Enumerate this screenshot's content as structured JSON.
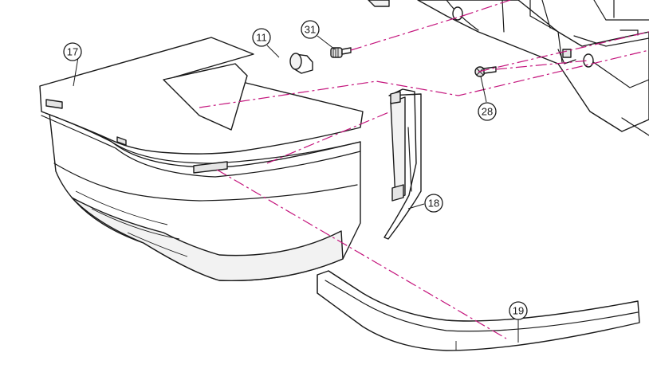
{
  "diagram": {
    "colors": {
      "line": "#1a1a1a",
      "assembly_line": "#c4147c",
      "background": "#ffffff",
      "shade": "#f2f2f2"
    },
    "callouts": [
      {
        "id": "callout-11",
        "label": "11",
        "part": "cap"
      },
      {
        "id": "callout-31",
        "label": "31",
        "part": "screw"
      },
      {
        "id": "callout-17",
        "label": "17",
        "part": "accessory-tray"
      },
      {
        "id": "callout-28",
        "label": "28",
        "part": "screw"
      },
      {
        "id": "callout-18",
        "label": "18",
        "part": "latch-bracket"
      },
      {
        "id": "callout-19",
        "label": "19",
        "part": "front-trim"
      }
    ]
  }
}
